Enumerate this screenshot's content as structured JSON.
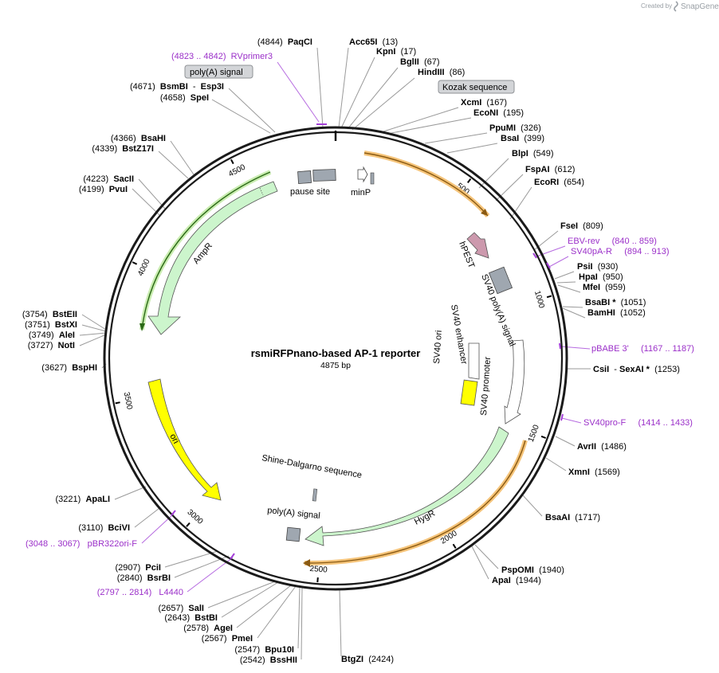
{
  "credit": {
    "created_by": "Created by",
    "brand": "SnapGene"
  },
  "plasmid": {
    "name": "rsmiRFPnano-based AP-1 reporter",
    "length_label": "4875 bp",
    "total_bp": 4875
  },
  "ticks": [
    {
      "pos": 500,
      "label": "500"
    },
    {
      "pos": 1000,
      "label": "1000"
    },
    {
      "pos": 1500,
      "label": "1500"
    },
    {
      "pos": 2000,
      "label": "2000"
    },
    {
      "pos": 2500,
      "label": "2500"
    },
    {
      "pos": 3000,
      "label": "3000"
    },
    {
      "pos": 3500,
      "label": "3500"
    },
    {
      "pos": 4000,
      "label": "4000"
    },
    {
      "pos": 4500,
      "label": "4500"
    }
  ],
  "badges": [
    {
      "name": "polya-signal-badge",
      "label": "poly(A) signal"
    },
    {
      "name": "kozak-badge",
      "label": "Kozak sequence"
    }
  ],
  "features": [
    {
      "name": "pause-site-label",
      "label": "pause site"
    },
    {
      "name": "minp-label",
      "label": "minP"
    },
    {
      "name": "ampr-label",
      "label": "AmpR"
    },
    {
      "name": "hpest-label",
      "label": "hPEST"
    },
    {
      "name": "sv40-polya-label",
      "label": "SV40 poly(A) signal"
    },
    {
      "name": "sv40-enhancer-label",
      "label": "SV40 enhancer"
    },
    {
      "name": "sv40-ori-label",
      "label": "SV40 ori"
    },
    {
      "name": "sv40-promoter-label",
      "label": "SV40 promoter"
    },
    {
      "name": "ori-label",
      "label": "ori"
    },
    {
      "name": "shine-dalgarno-label",
      "label": "Shine-Dalgarno sequence"
    },
    {
      "name": "polya-signal-inner-label",
      "label": "poly(A) signal"
    },
    {
      "name": "hygr-label",
      "label": "HygR"
    }
  ],
  "sites": [
    {
      "name": "site-paqci",
      "text": [
        {
          "t": "(4844)  "
        },
        {
          "t": "PaqCI",
          "b": true
        }
      ]
    },
    {
      "name": "site-acc65i",
      "text": [
        {
          "t": "Acc65I",
          "b": true
        },
        {
          "t": "  (13)"
        }
      ]
    },
    {
      "name": "site-kpni",
      "text": [
        {
          "t": "KpnI",
          "b": true
        },
        {
          "t": "  (17)"
        }
      ]
    },
    {
      "name": "site-bglii",
      "text": [
        {
          "t": "BglII",
          "b": true
        },
        {
          "t": "  (67)"
        }
      ]
    },
    {
      "name": "site-hindiii",
      "text": [
        {
          "t": "HindIII",
          "b": true
        },
        {
          "t": "  (86)"
        }
      ]
    },
    {
      "name": "site-xcmi",
      "text": [
        {
          "t": "XcmI",
          "b": true
        },
        {
          "t": "  (167)"
        }
      ]
    },
    {
      "name": "site-econi",
      "text": [
        {
          "t": "EcoNI",
          "b": true
        },
        {
          "t": "  (195)"
        }
      ]
    },
    {
      "name": "site-ppumi",
      "text": [
        {
          "t": "PpuMI",
          "b": true
        },
        {
          "t": "  (326)"
        }
      ]
    },
    {
      "name": "site-bsai",
      "text": [
        {
          "t": "BsaI",
          "b": true
        },
        {
          "t": "  (399)"
        }
      ]
    },
    {
      "name": "site-blpi",
      "text": [
        {
          "t": "BlpI",
          "b": true
        },
        {
          "t": "  (549)"
        }
      ]
    },
    {
      "name": "site-fspai",
      "text": [
        {
          "t": "FspAI",
          "b": true
        },
        {
          "t": "  (612)"
        }
      ]
    },
    {
      "name": "site-ecori",
      "text": [
        {
          "t": "EcoRI",
          "b": true
        },
        {
          "t": "  (654)"
        }
      ]
    },
    {
      "name": "site-fsei",
      "text": [
        {
          "t": "FseI",
          "b": true
        },
        {
          "t": "  (809)"
        }
      ]
    },
    {
      "name": "primer-ebv-rev",
      "text": [
        {
          "t": "EBV-rev     (840 .. 859)",
          "p": true
        }
      ]
    },
    {
      "name": "primer-sv40pa-r",
      "text": [
        {
          "t": "SV40pA-R     (894 .. 913)",
          "p": true
        }
      ]
    },
    {
      "name": "site-psii",
      "text": [
        {
          "t": "PsiI",
          "b": true
        },
        {
          "t": "  (930)"
        }
      ]
    },
    {
      "name": "site-hpai",
      "text": [
        {
          "t": "HpaI",
          "b": true
        },
        {
          "t": "  (950)"
        }
      ]
    },
    {
      "name": "site-mfei",
      "text": [
        {
          "t": "MfeI",
          "b": true
        },
        {
          "t": "  (959)"
        }
      ]
    },
    {
      "name": "site-bsabi",
      "text": [
        {
          "t": "BsaBI *",
          "b": true
        },
        {
          "t": "  (1051)"
        }
      ]
    },
    {
      "name": "site-bamhi",
      "text": [
        {
          "t": "BamHI",
          "b": true
        },
        {
          "t": "  (1052)"
        }
      ]
    },
    {
      "name": "primer-pbabe3",
      "text": [
        {
          "t": "pBABE 3'     (1167 .. 1187)",
          "p": true
        }
      ]
    },
    {
      "name": "site-csii",
      "text": [
        {
          "t": "CsiI",
          "b": true
        },
        {
          "t": "  - "
        },
        {
          "t": "SexAI *",
          "b": true
        },
        {
          "t": "  (1253)"
        }
      ]
    },
    {
      "name": "primer-sv40pro-f",
      "text": [
        {
          "t": "SV40pro-F     (1414 .. 1433)",
          "p": true
        }
      ]
    },
    {
      "name": "site-avrii",
      "text": [
        {
          "t": "AvrII",
          "b": true
        },
        {
          "t": "  (1486)"
        }
      ]
    },
    {
      "name": "site-xmni",
      "text": [
        {
          "t": "XmnI",
          "b": true
        },
        {
          "t": "  (1569)"
        }
      ]
    },
    {
      "name": "site-bsaai",
      "text": [
        {
          "t": "BsaAI",
          "b": true
        },
        {
          "t": "  (1717)"
        }
      ]
    },
    {
      "name": "site-pspomi",
      "text": [
        {
          "t": "PspOMI",
          "b": true
        },
        {
          "t": "  (1940)"
        }
      ]
    },
    {
      "name": "site-apai",
      "text": [
        {
          "t": "ApaI",
          "b": true
        },
        {
          "t": "  (1944)"
        }
      ]
    },
    {
      "name": "site-btgzi",
      "text": [
        {
          "t": "BtgZI",
          "b": true
        },
        {
          "t": "  (2424)"
        }
      ]
    },
    {
      "name": "site-bsshii",
      "text": [
        {
          "t": "(2542)  "
        },
        {
          "t": "BssHII",
          "b": true
        }
      ]
    },
    {
      "name": "site-bpu10i",
      "text": [
        {
          "t": "(2547)  "
        },
        {
          "t": "Bpu10I",
          "b": true
        }
      ]
    },
    {
      "name": "site-pmei",
      "text": [
        {
          "t": "(2567)  "
        },
        {
          "t": "PmeI",
          "b": true
        }
      ]
    },
    {
      "name": "site-agei",
      "text": [
        {
          "t": "(2578)  "
        },
        {
          "t": "AgeI",
          "b": true
        }
      ]
    },
    {
      "name": "site-bstbi",
      "text": [
        {
          "t": "(2643)  "
        },
        {
          "t": "BstBI",
          "b": true
        }
      ]
    },
    {
      "name": "site-sali",
      "text": [
        {
          "t": "(2657)  "
        },
        {
          "t": "SalI",
          "b": true
        }
      ]
    },
    {
      "name": "primer-l4440",
      "text": [
        {
          "t": "(2797 .. 2814)   L4440",
          "p": true
        }
      ]
    },
    {
      "name": "site-bsrbi",
      "text": [
        {
          "t": "(2840)  "
        },
        {
          "t": "BsrBI",
          "b": true
        }
      ]
    },
    {
      "name": "site-pcii",
      "text": [
        {
          "t": "(2907)  "
        },
        {
          "t": "PciI",
          "b": true
        }
      ]
    },
    {
      "name": "primer-pbr322ori-f",
      "text": [
        {
          "t": "(3048 .. 3067)   pBR322ori-F",
          "p": true
        }
      ]
    },
    {
      "name": "site-bcivi",
      "text": [
        {
          "t": "(3110)  "
        },
        {
          "t": "BciVI",
          "b": true
        }
      ]
    },
    {
      "name": "site-apali",
      "text": [
        {
          "t": "(3221)  "
        },
        {
          "t": "ApaLI",
          "b": true
        }
      ]
    },
    {
      "name": "site-bsphi",
      "text": [
        {
          "t": "(3627)  "
        },
        {
          "t": "BspHI",
          "b": true
        }
      ]
    },
    {
      "name": "site-noti",
      "text": [
        {
          "t": "(3727)  "
        },
        {
          "t": "NotI",
          "b": true
        }
      ]
    },
    {
      "name": "site-alei",
      "text": [
        {
          "t": "(3749)  "
        },
        {
          "t": "AleI",
          "b": true
        }
      ]
    },
    {
      "name": "site-bstxi",
      "text": [
        {
          "t": "(3751)  "
        },
        {
          "t": "BstXI",
          "b": true
        }
      ]
    },
    {
      "name": "site-bsteii",
      "text": [
        {
          "t": "(3754)  "
        },
        {
          "t": "BstEII",
          "b": true
        }
      ]
    },
    {
      "name": "site-pvui",
      "text": [
        {
          "t": "(4199)  "
        },
        {
          "t": "PvuI",
          "b": true
        }
      ]
    },
    {
      "name": "site-sacii",
      "text": [
        {
          "t": "(4223)  "
        },
        {
          "t": "SacII",
          "b": true
        }
      ]
    },
    {
      "name": "site-bstz17i",
      "text": [
        {
          "t": "(4339)  "
        },
        {
          "t": "BstZ17I",
          "b": true
        }
      ]
    },
    {
      "name": "site-bsahi",
      "text": [
        {
          "t": "(4366)  "
        },
        {
          "t": "BsaHI",
          "b": true
        }
      ]
    },
    {
      "name": "site-spei",
      "text": [
        {
          "t": "(4658)  "
        },
        {
          "t": "SpeI",
          "b": true
        }
      ]
    },
    {
      "name": "site-bsmbi",
      "text": [
        {
          "t": "(4671)  "
        },
        {
          "t": "BsmBI",
          "b": true
        },
        {
          "t": "  -  "
        },
        {
          "t": "Esp3I",
          "b": true
        }
      ]
    },
    {
      "name": "primer-rvprimer3",
      "text": [
        {
          "t": "(4823 .. 4842)  RVprimer3",
          "p": true
        }
      ]
    }
  ]
}
